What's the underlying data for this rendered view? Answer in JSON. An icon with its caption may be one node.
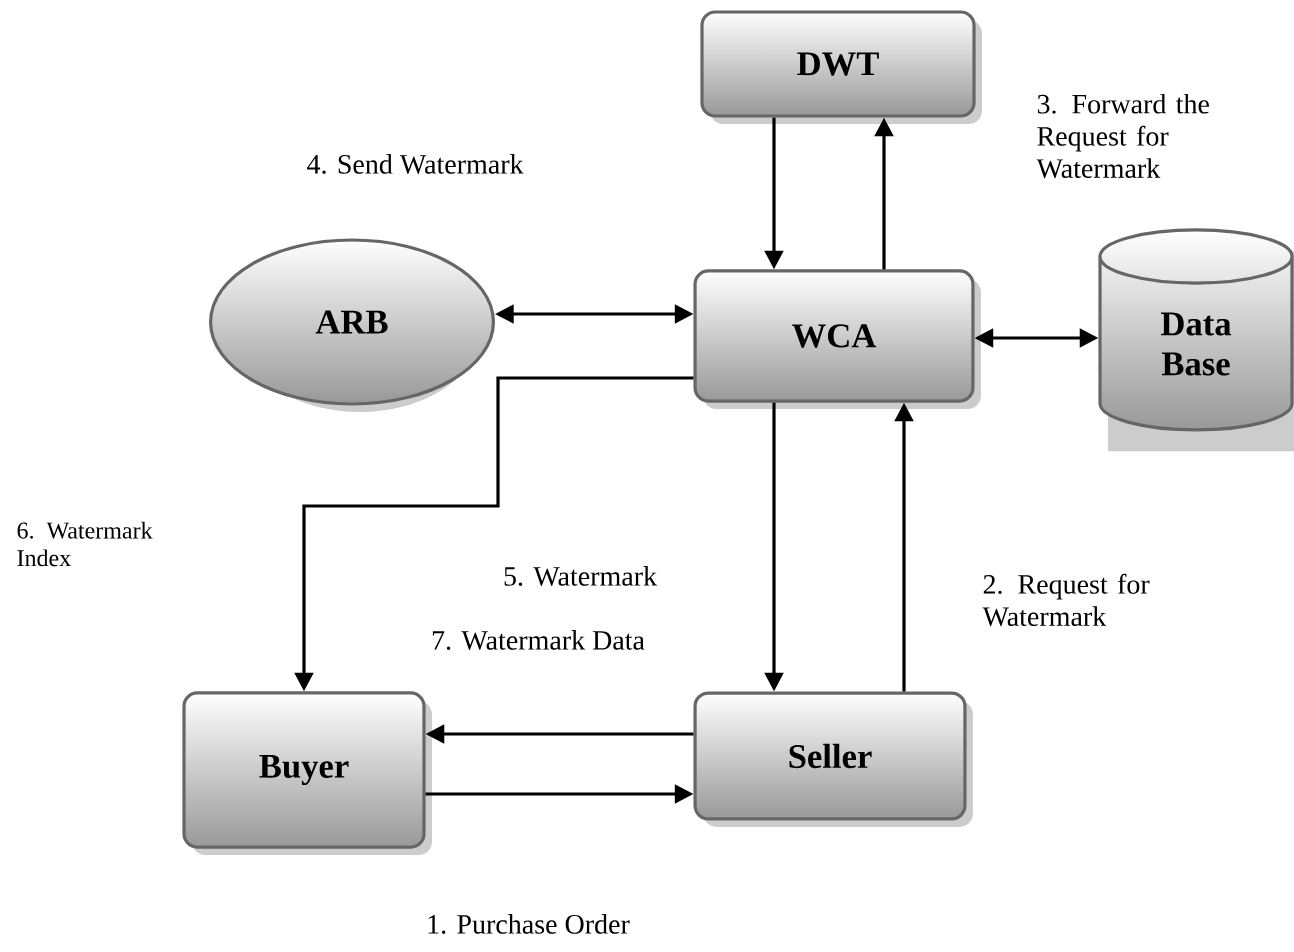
{
  "diagram": {
    "nodes": [
      {
        "text": [
          "DWT"
        ]
      },
      {
        "text": [
          "ARB"
        ]
      },
      {
        "text": [
          "WCA"
        ]
      },
      {
        "text": [
          "Data Base"
        ]
      },
      {
        "text": [
          "Buyer"
        ]
      },
      {
        "text": [
          "Seller"
        ]
      }
    ],
    "edges": [
      {
        "from": 0,
        "to": 2,
        "arrow": "to"
      },
      {
        "from": 2,
        "to": 0,
        "arrow": "to"
      },
      {
        "from": 1,
        "to": 2,
        "arrow": "both"
      },
      {
        "from": 2,
        "to": 3,
        "arrow": "both"
      },
      {
        "from": 2,
        "to": 4,
        "arrow": "to"
      },
      {
        "from": 2,
        "to": 5,
        "arrow": "to"
      },
      {
        "from": 5,
        "to": 2,
        "arrow": "to"
      },
      {
        "from": 5,
        "to": 4,
        "arrow": "to"
      },
      {
        "from": 4,
        "to": 5,
        "arrow": "to"
      }
    ],
    "labels": [
      "4. Send Watermark",
      "3. Forward the Request for Watermark",
      "6. Watermark Index",
      "5. Watermark",
      "7. Watermark Data",
      "2. Request for Watermark",
      "1. Purchase Order"
    ]
  }
}
